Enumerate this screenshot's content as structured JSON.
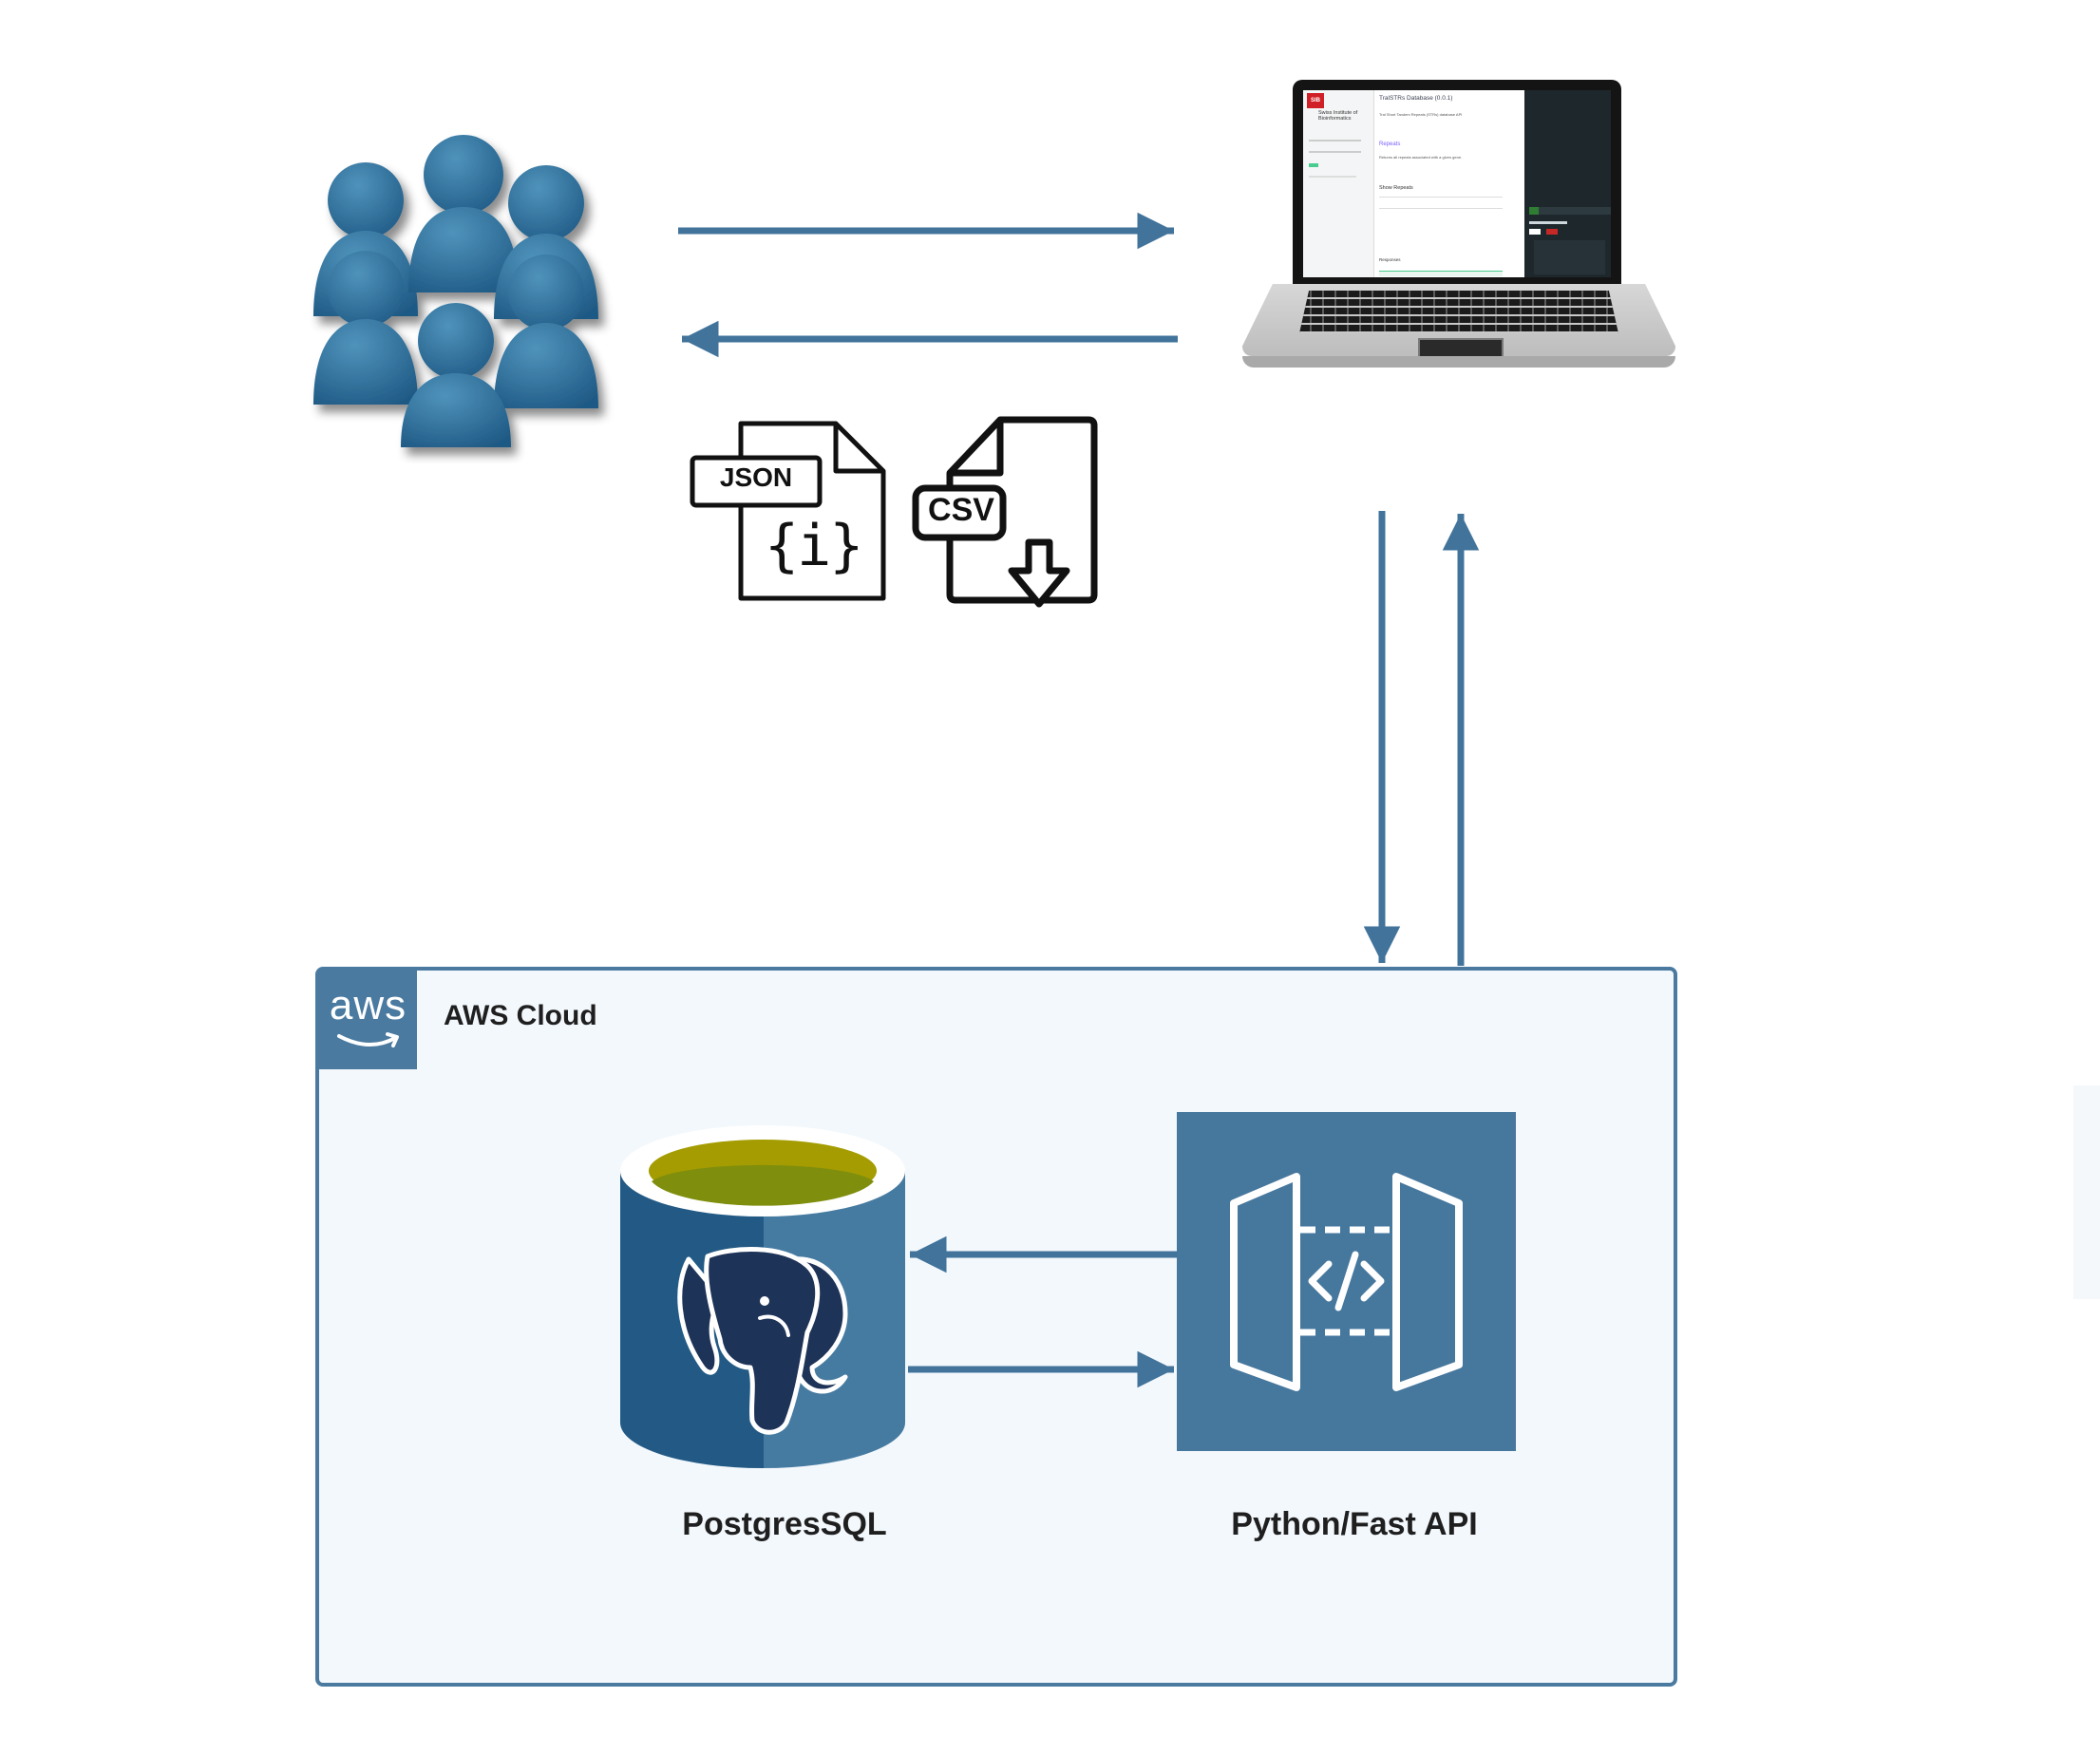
{
  "file_icons": {
    "json_label": "JSON",
    "json_glyph": "{i}",
    "csv_label": "CSV"
  },
  "laptop_screen": {
    "org_logo": "SIB",
    "org_name_line1": "Swiss Institute of",
    "org_name_line2": "Bioinformatics",
    "app_title": "TralSTRs Database (0.0.1)",
    "app_subtitle": "Tral Short Tandem Repeats (STRs) database API",
    "section_heading": "Repeats",
    "section_desc": "Returns all repeats associated with a given gene.",
    "endpoint_label": "Show Repeats",
    "responses_label": "Responses"
  },
  "aws_group": {
    "logo_text": "aws",
    "title": "AWS Cloud"
  },
  "nodes": {
    "database_label": "PostgresSQL",
    "api_label": "Python/Fast API"
  },
  "colors": {
    "arrow": "#41739b",
    "people": "#2e6d95",
    "aws_border": "#4a7aa0",
    "aws_fill": "#f3f8fc",
    "api_tile": "#46779d",
    "db_dark": "#235a85",
    "db_light": "#467ba1",
    "db_top": "#a49c00",
    "elephant": "#1e3358"
  }
}
